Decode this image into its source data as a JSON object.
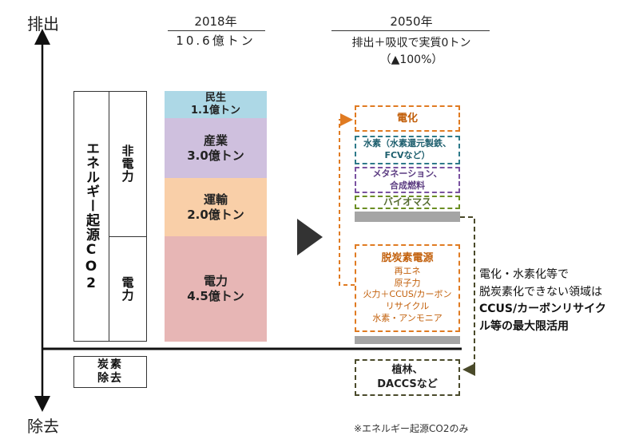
{
  "axis": {
    "top_label": "排出",
    "bottom_label": "除去"
  },
  "col_2018": {
    "year": "2018年",
    "total": "10.6億トン"
  },
  "col_2050": {
    "year": "2050年",
    "line1": "排出＋吸収で実質0トン",
    "line2": "（▲100%）"
  },
  "left_labels": {
    "main": "エネルギー起源CO2",
    "non_power": "非電力",
    "power": "電力",
    "removal": "炭素除去"
  },
  "bar_2018": [
    {
      "label": "民生",
      "value": "1.1億トン",
      "color": "#add8e6"
    },
    {
      "label": "産業",
      "value": "3.0億トン",
      "color": "#cfc0de"
    },
    {
      "label": "運輸",
      "value": "2.0億トン",
      "color": "#f9cfa8"
    },
    {
      "label": "電力",
      "value": "4.5億トン",
      "color": "#e7b6b5"
    }
  ],
  "boxes_2050": {
    "electrification": {
      "text": "電化",
      "color": "#e07b22"
    },
    "hydrogen": {
      "text": "水素（水素還元製鉄、\nFCVなど）",
      "color": "#2e7a8a"
    },
    "methanation": {
      "text": "メタネーション、\n合成燃料",
      "color": "#7a52a0"
    },
    "biomass": {
      "text": "バイオマス",
      "color": "#6b8e23"
    },
    "decarbonized_power": {
      "title": "脱炭素電源",
      "items": "再エネ\n原子力\n火力＋CCUS/カーボン\nリサイクル\n水素・アンモニア",
      "color": "#e07b22"
    },
    "removal": {
      "text": "植林、\nDACCSなど",
      "color": "#4a4a2a"
    }
  },
  "annotation": {
    "line1": "電化・水素化等で",
    "line2": "脱炭素化できない領域は",
    "bold1": "CCUS/カーボンリサイク",
    "bold2": "ル等の最大限活用"
  },
  "footnote": "※エネルギー起源CO2のみ"
}
